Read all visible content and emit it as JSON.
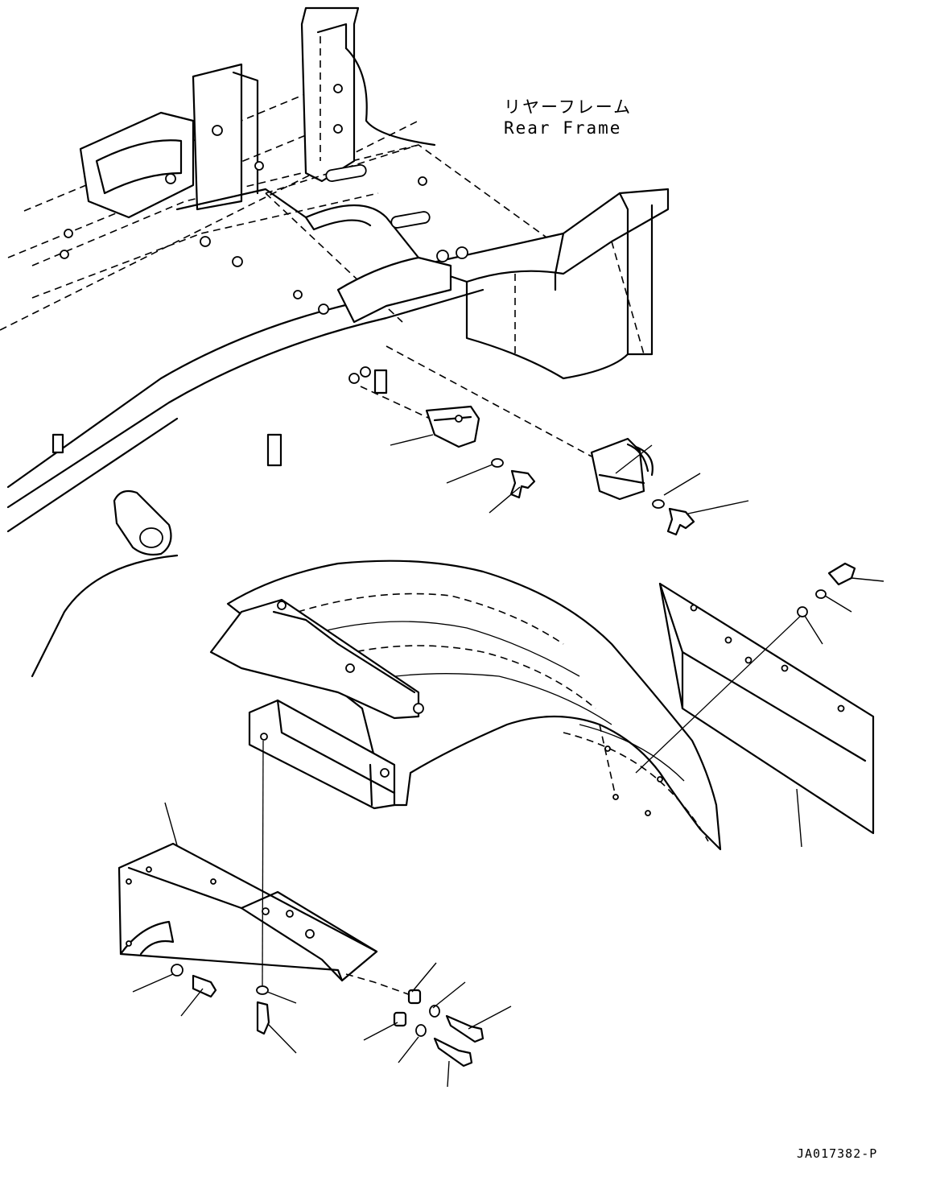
{
  "title": {
    "line1": "リヤーフレーム",
    "line2": "Rear Frame"
  },
  "drawing_code": "JA017382-P"
}
